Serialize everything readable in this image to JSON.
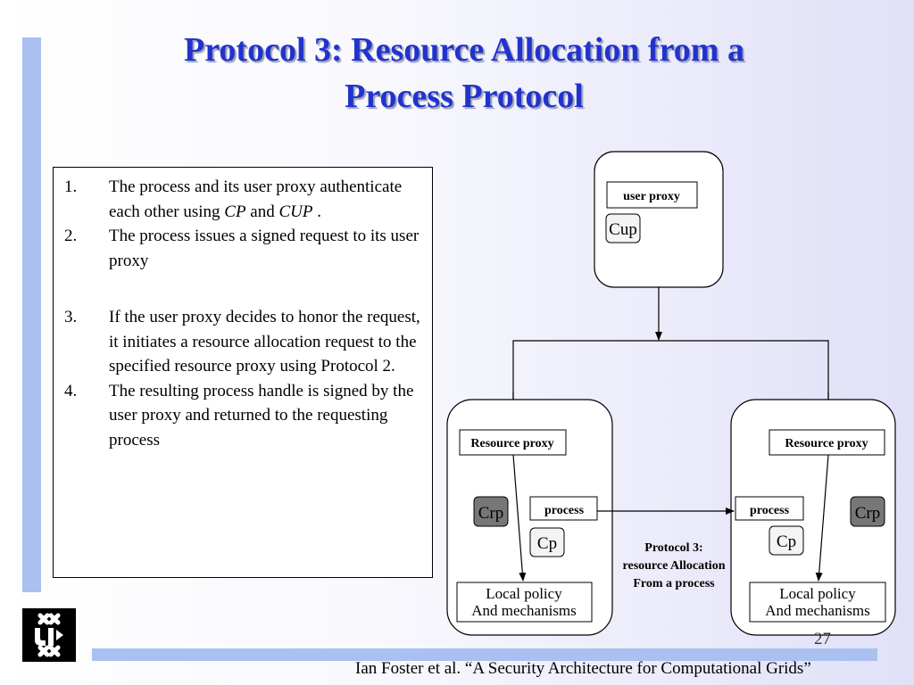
{
  "slide": {
    "title_line1": "Protocol 3: Resource Allocation from a",
    "title_line2": "Process Protocol",
    "page_number": "27",
    "credit": "Ian Foster et al. “A Security Architecture for Computational Grids”"
  },
  "steps": [
    {
      "num": "1.",
      "text_a": "The process and its user proxy authenticate each other using ",
      "em1": "CP",
      "text_b": " and ",
      "em2": "CUP",
      "text_c": " ."
    },
    {
      "num": "2.",
      "text": "The process issues a signed request to its user proxy"
    },
    {
      "num": "3.",
      "text": "If the user proxy decides to honor the request, it initiates a resource allocation request to the specified resource proxy using Protocol 2."
    },
    {
      "num": "4.",
      "text": "The resulting process handle is signed by the user proxy and returned to the requesting process"
    }
  ],
  "diagram": {
    "user_proxy": "user proxy",
    "cup": "Cup",
    "left": {
      "resource_proxy": "Resource proxy",
      "crp": "Crp",
      "process": "process",
      "cp": "Cp",
      "local1": "Local policy",
      "local2": "And mechanisms"
    },
    "right": {
      "resource_proxy": "Resource proxy",
      "crp": "Crp",
      "process": "process",
      "cp": "Cp",
      "local1": "Local policy",
      "local2": "And mechanisms"
    },
    "caption_line1": "Protocol 3:",
    "caption_line2": "resource Allocation",
    "caption_line3": "From a process"
  },
  "colors": {
    "title": "#2233cc",
    "accent_bar": "#a9c0f0",
    "crp_fill": "#777777"
  }
}
